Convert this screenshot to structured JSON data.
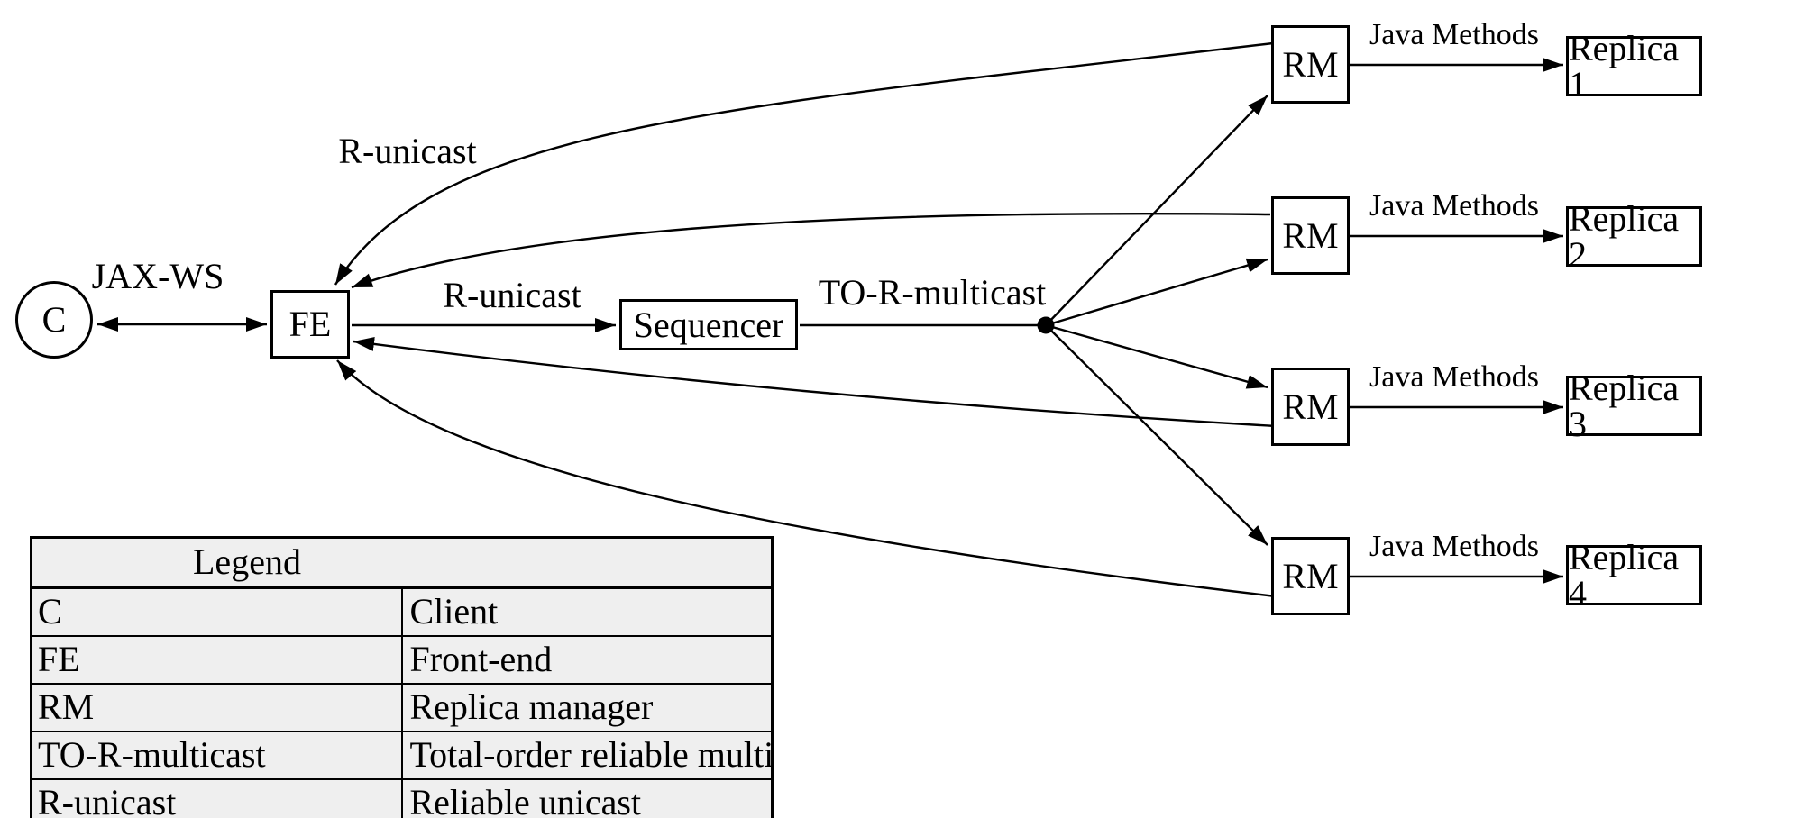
{
  "diagram": {
    "client": {
      "label": "C"
    },
    "frontend": {
      "label": "FE"
    },
    "sequencer": {
      "label": "Sequencer"
    },
    "edge_labels": {
      "client_frontend": "JAX-WS",
      "frontend_sequencer": "R-unicast",
      "rm_return": "R-unicast",
      "sequencer_fanout": "TO-R-multicast"
    },
    "rows": [
      {
        "rm": "RM",
        "edge": "Java Methods",
        "replica": "Replica 1"
      },
      {
        "rm": "RM",
        "edge": "Java Methods",
        "replica": "Replica 2"
      },
      {
        "rm": "RM",
        "edge": "Java Methods",
        "replica": "Replica 3"
      },
      {
        "rm": "RM",
        "edge": "Java Methods",
        "replica": "Replica 4"
      }
    ]
  },
  "legend": {
    "title": "Legend",
    "rows": [
      {
        "key": "C",
        "desc": "Client"
      },
      {
        "key": "FE",
        "desc": "Front-end"
      },
      {
        "key": "RM",
        "desc": "Replica manager"
      },
      {
        "key": "TO-R-multicast",
        "desc": "Total-order reliable multicast"
      },
      {
        "key": "R-unicast",
        "desc": "Reliable unicast"
      }
    ]
  },
  "colors": {
    "stroke": "#000000",
    "legend_background": "#efefef",
    "background": "#ffffff"
  }
}
